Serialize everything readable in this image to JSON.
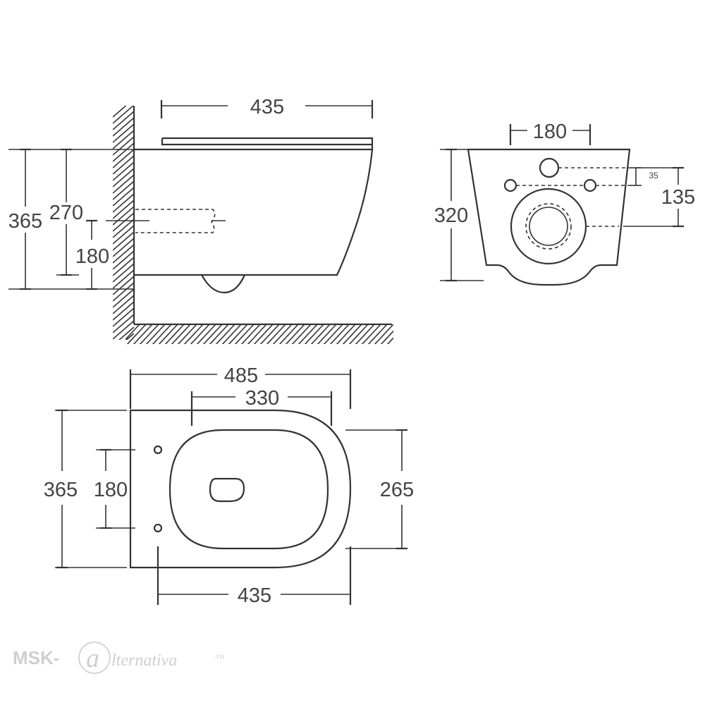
{
  "side_view": {
    "width_top": "435",
    "total_height": "365",
    "pipe_height": "270",
    "outlet_height": "180"
  },
  "back_view": {
    "hole_spacing": "180",
    "height": "320",
    "small_offset": "35",
    "offset": "135"
  },
  "top_view": {
    "overall_length": "485",
    "bowl_length": "330",
    "width": "365",
    "hole_spacing": "180",
    "bowl_width": "265",
    "base_length": "435"
  },
  "watermark": {
    "prefix": "MSK-",
    "letter": "a",
    "rest": "lternativa",
    "suffix": ".ru"
  }
}
